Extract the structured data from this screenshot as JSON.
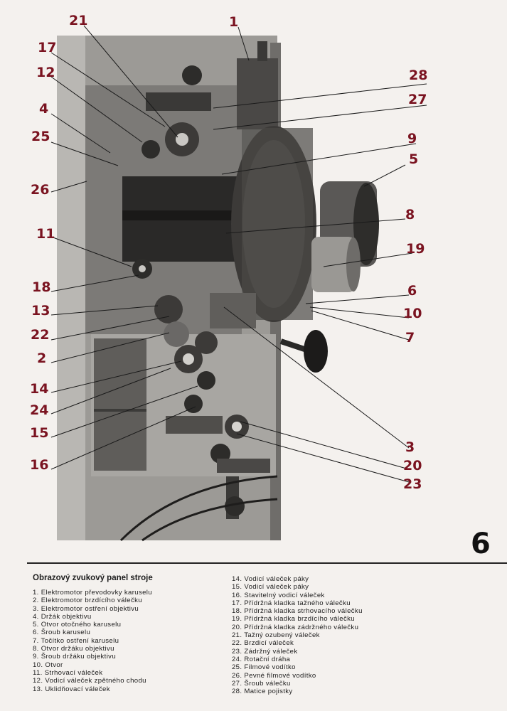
{
  "page_number": "6",
  "callouts": [
    {
      "label": "1"
    },
    {
      "label": "21"
    },
    {
      "label": "17"
    },
    {
      "label": "12"
    },
    {
      "label": "4"
    },
    {
      "label": "25"
    },
    {
      "label": "26"
    },
    {
      "label": "11"
    },
    {
      "label": "18"
    },
    {
      "label": "13"
    },
    {
      "label": "22"
    },
    {
      "label": "2"
    },
    {
      "label": "14"
    },
    {
      "label": "24"
    },
    {
      "label": "15"
    },
    {
      "label": "16"
    },
    {
      "label": "28"
    },
    {
      "label": "27"
    },
    {
      "label": "9"
    },
    {
      "label": "5"
    },
    {
      "label": "8"
    },
    {
      "label": "19"
    },
    {
      "label": "6"
    },
    {
      "label": "10"
    },
    {
      "label": "7"
    },
    {
      "label": "3"
    },
    {
      "label": "20"
    },
    {
      "label": "23"
    }
  ],
  "legend": {
    "title": "Obrazový zvukový panel stroje",
    "items": [
      "1. Elektromotor převodovky karuselu",
      "2. Elektromotor brzdícího válečku",
      "3. Elektromotor ostření objektivu",
      "4. Držák objektivu",
      "5. Otvor otočného karuselu",
      "6. Šroub karuselu",
      "7. Točítko ostření karuselu",
      "8. Otvor držáku objektivu",
      "9. Šroub držáku objektivu",
      "10. Otvor",
      "11. Strhovací váleček",
      "12. Vodicí váleček zpětného chodu",
      "13. Uklidňovací váleček",
      "14. Vodicí váleček páky",
      "15. Vodicí váleček páky",
      "16. Stavitelný vodicí váleček",
      "17. Přídržná kladka tažného válečku",
      "18. Přídržná kladka strhovacího válečku",
      "19. Přídržná kladka brzdícího válečku",
      "20. Přídržná kladka zádržného válečku",
      "21. Tažný ozubený váleček",
      "22. Brzdicí váleček",
      "23. Zádržný váleček",
      "24. Rotační dráha",
      "25. Filmové vodítko",
      "26. Pevné filmové vodítko",
      "27. Šroub válečku",
      "28. Matice pojistky"
    ]
  }
}
